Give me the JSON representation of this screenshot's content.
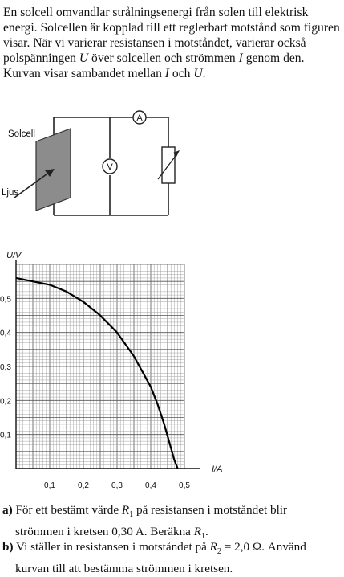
{
  "intro": {
    "t1": "En solcell omvandlar strålningsenergi från solen till elektrisk energi. Solcellen är kopplad till ett reglerbart motstånd som figuren visar. När vi varierar resistansen i motståndet, varierar också polspänningen ",
    "U": "U",
    "t2": " över solcellen och strömmen ",
    "I": "I",
    "t3": " genom den. Kurvan visar sambandet mellan ",
    "I2": "I",
    "t4": " och ",
    "U2": "U",
    "t5": "."
  },
  "circuit": {
    "solcell_label": "Solcell",
    "ljus_label": "Ljus",
    "ammeter_symbol": "A",
    "voltmeter_symbol": "V"
  },
  "chart_data": {
    "type": "line",
    "ylabel": "U/V",
    "xlabel": "I/A",
    "xlim": [
      0,
      0.5
    ],
    "ylim": [
      0,
      0.6
    ],
    "grid": true,
    "xticks": [
      "0,1",
      "0,2",
      "0,3",
      "0,4",
      "0,5"
    ],
    "yticks": [
      "0,1",
      "0,2",
      "0,3",
      "0,4",
      "0,5"
    ],
    "series": [
      {
        "x": [
          0,
          0.05,
          0.1,
          0.15,
          0.2,
          0.25,
          0.3,
          0.35,
          0.4,
          0.42,
          0.44,
          0.46,
          0.47,
          0.48
        ],
        "values": [
          0.56,
          0.55,
          0.54,
          0.52,
          0.49,
          0.45,
          0.4,
          0.33,
          0.24,
          0.19,
          0.13,
          0.06,
          0.025,
          0
        ]
      }
    ]
  },
  "questions": {
    "a_label": "a)",
    "a_t1": " För ett bestämt värde ",
    "a_R": "R",
    "a_sub": "1",
    "a_t2": " på resistansen i motståndet blir",
    "a_t3": "strömmen i kretsen 0,30 A. Beräkna ",
    "a_R2": "R",
    "a_sub2": "1",
    "a_t4": ".",
    "b_label": "b)",
    "b_t1": " Vi ställer in resistansen i motståndet på ",
    "b_R": "R",
    "b_sub": "2",
    "b_t2": " = 2,0 Ω. Använd",
    "b_t3": "kurvan till att bestämma strömmen i kretsen."
  }
}
